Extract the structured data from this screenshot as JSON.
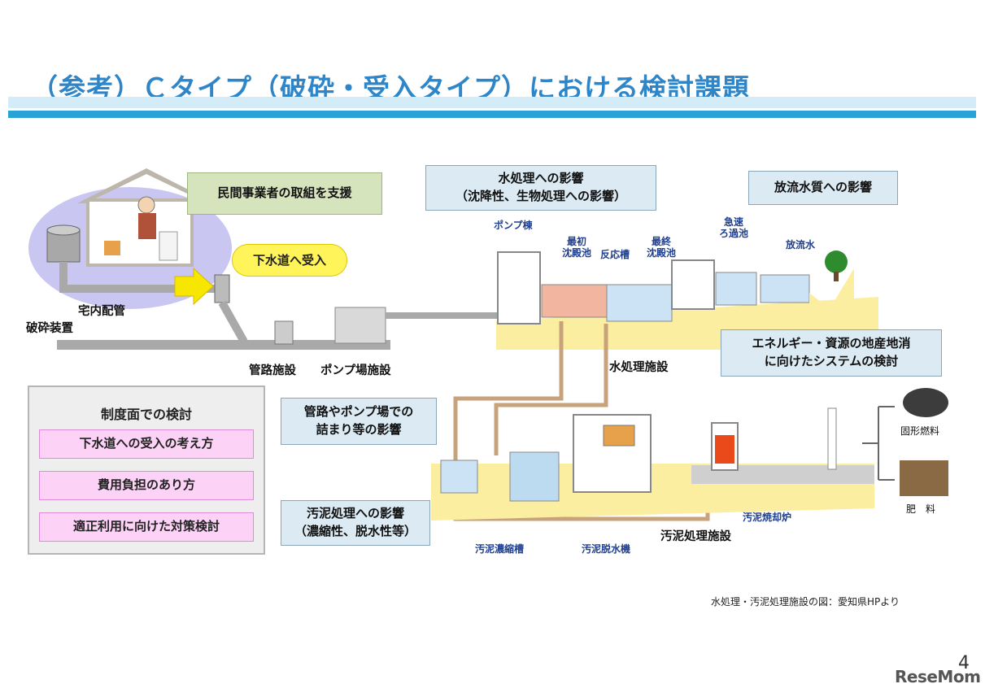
{
  "title": "（参考）Ｃタイプ（破砕・受入タイプ）における検討課題",
  "labels": {
    "indoor_pipe": "宅内配管",
    "crusher": "破砕装置",
    "pipeline": "管路施設",
    "pump_station": "ポンプ場施設",
    "pump_building": "ポンプ棟",
    "primary_settling": "最初\n沈殿池",
    "reaction_tank": "反応槽",
    "final_settling": "最終\n沈殿池",
    "rapid_filter": "急速\nろ過池",
    "discharge_water": "放流水",
    "water_treatment_facility": "水処理施設",
    "sludge_thickener": "汚泥濃縮槽",
    "sludge_dewatering": "汚泥脱水機",
    "sludge_incinerator": "汚泥焼却炉",
    "sludge_treatment_facility": "汚泥処理施設",
    "solid_fuel": "固形燃料",
    "fertilizer": "肥　料"
  },
  "callouts": {
    "support": "民間事業者の取組を支援",
    "accept": "下水道へ受入",
    "water_impact_1": "水処理への影響",
    "water_impact_2": "（沈降性、生物処理への影響）",
    "discharge_quality": "放流水質への影響",
    "energy_1": "エネルギー・資源の地産地消",
    "energy_2": "に向けたシステムの検討",
    "clogging_1": "管路やポンプ場での",
    "clogging_2": "詰まり等の影響",
    "sludge_impact_1": "汚泥処理への影響",
    "sludge_impact_2": "（濃縮性、脱水性等）"
  },
  "panel": {
    "title": "制度面での検討",
    "items": [
      "下水道への受入の考え方",
      "費用負担のあり方",
      "適正利用に向けた対策検討"
    ]
  },
  "credit": "水処理・汚泥処理施設の図：愛知県HPより",
  "page_number": "4",
  "logo": "ReseMom",
  "colors": {
    "title": "#2e86c8",
    "band": "#29a3d6",
    "callout_bg": "#dbeaf3",
    "pink": "#fcd2f6",
    "ground": "#fbeea0"
  }
}
